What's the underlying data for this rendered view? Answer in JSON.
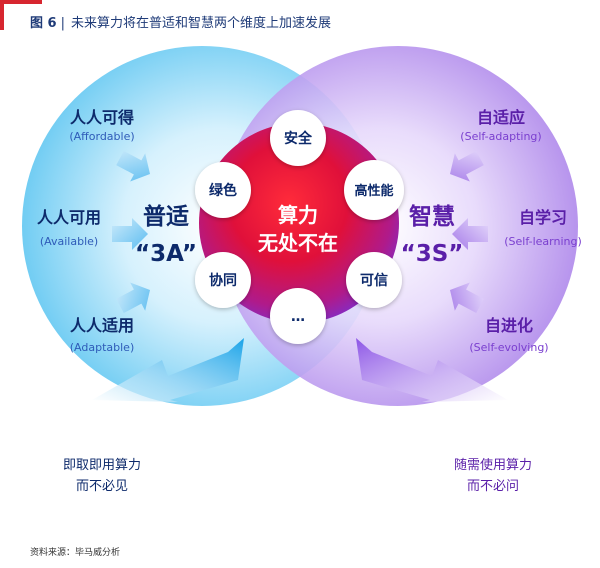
{
  "figure": {
    "label": "图 6",
    "separator": "|",
    "title": "未来算力将在普适和智慧两个维度上加速发展"
  },
  "left": {
    "heading_line1": "普适",
    "heading_line2": "“3A”",
    "items": [
      {
        "cn": "人人可得",
        "en": "(Affordable)"
      },
      {
        "cn": "人人可用",
        "en": "(Available)"
      },
      {
        "cn": "人人适用",
        "en": "(Adaptable)"
      }
    ],
    "bottom_line1": "即取即用算力",
    "bottom_line2": "而不必见"
  },
  "right": {
    "heading_line1": "智慧",
    "heading_line2": "“3S”",
    "items": [
      {
        "cn": "自适应",
        "en": "(Self-adapting)"
      },
      {
        "cn": "自学习",
        "en": "(Self-learning)"
      },
      {
        "cn": "自进化",
        "en": "(Self-evolving)"
      }
    ],
    "bottom_line1": "随需使用算力",
    "bottom_line2": "而不必问"
  },
  "center": {
    "line1": "算力",
    "line2": "无处不在",
    "nodes": [
      "安全",
      "高性能",
      "可信",
      "…",
      "协同",
      "绿色"
    ]
  },
  "source": "资料来源：毕马威分析",
  "colors": {
    "navy": "#0d2a6b",
    "blue_accent": "#2e5bb8",
    "purple_accent": "#7a3fcf",
    "red": "#d7262f",
    "center_red": "#e0103a"
  }
}
